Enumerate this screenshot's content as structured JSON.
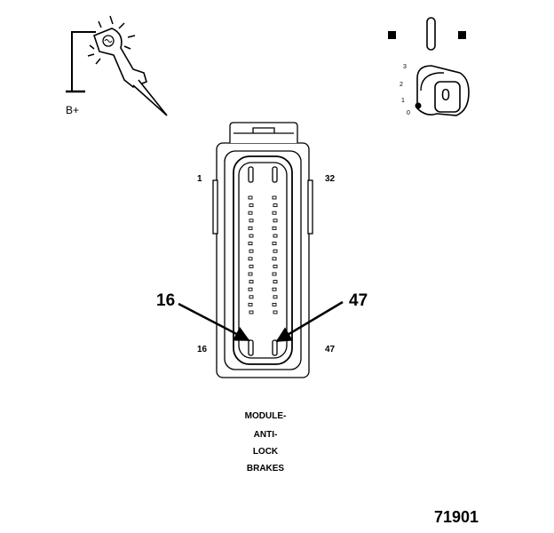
{
  "probe": {
    "label": "B+"
  },
  "ignition_switch": {
    "positions": [
      "3",
      "2",
      "1",
      "0"
    ],
    "key_label": "0"
  },
  "connector": {
    "pin_labels": {
      "top_left": "1",
      "top_right": "32",
      "bottom_left": "16",
      "bottom_right": "47"
    },
    "callouts": {
      "left": "16",
      "right": "47"
    },
    "pin_rows": 16
  },
  "caption": {
    "line1": "MODULE-",
    "line2": "ANTI-",
    "line3": "LOCK",
    "line4": "BRAKES"
  },
  "figure_number": "71901"
}
